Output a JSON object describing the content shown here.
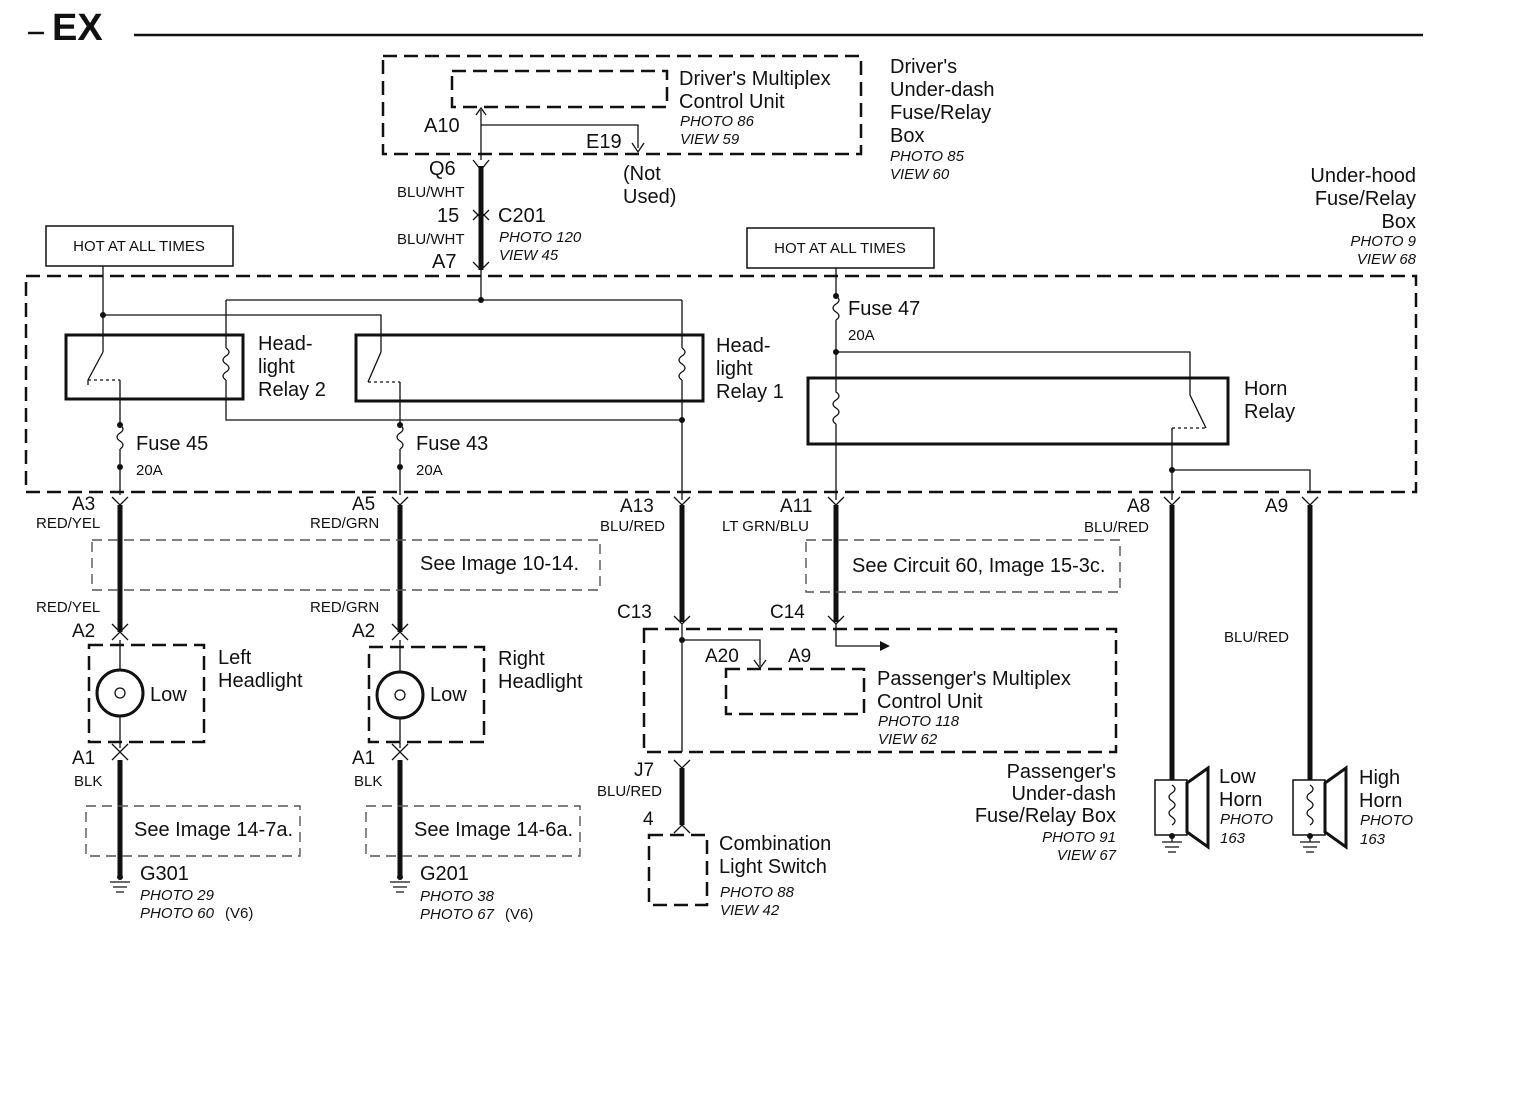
{
  "section": "EX",
  "hot_label": "HOT AT ALL TIMES",
  "drivers_box": {
    "lines": [
      "Driver's",
      "Under-dash",
      "Fuse/Relay",
      "Box"
    ],
    "photo": "PHOTO 85",
    "view": "VIEW 60"
  },
  "drivers_mcu": {
    "lines": [
      "Driver's Multiplex",
      "Control Unit"
    ],
    "photo": "PHOTO 86",
    "view": "VIEW 59",
    "pin_a10": "A10",
    "pin_e19": "E19",
    "not_used": [
      "(Not",
      "Used)"
    ]
  },
  "underhood_box": {
    "lines": [
      "Under-hood",
      "Fuse/Relay",
      "Box"
    ],
    "photo": "PHOTO 9",
    "view": "VIEW 68"
  },
  "conn_c201": {
    "q6": "Q6",
    "pin15": "15",
    "name": "C201",
    "photo": "PHOTO 120",
    "view": "VIEW 45",
    "a7": "A7",
    "wire_top": "BLU/WHT",
    "wire_bottom": "BLU/WHT"
  },
  "relays": {
    "hl2": [
      "Head-",
      "light",
      "Relay 2"
    ],
    "hl1": [
      "Head-",
      "light",
      "Relay 1"
    ],
    "horn": [
      "Horn",
      "Relay"
    ]
  },
  "fuses": {
    "f45": {
      "name": "Fuse 45",
      "rating": "20A"
    },
    "f43": {
      "name": "Fuse 43",
      "rating": "20A"
    },
    "f47": {
      "name": "Fuse 47",
      "rating": "20A"
    }
  },
  "outputs": {
    "a3": {
      "pin": "A3",
      "wire": "RED/YEL"
    },
    "a5": {
      "pin": "A5",
      "wire": "RED/GRN"
    },
    "a13": {
      "pin": "A13",
      "wire": "BLU/RED"
    },
    "a11": {
      "pin": "A11",
      "wire": "LT GRN/BLU"
    },
    "a8": {
      "pin": "A8",
      "wire": "BLU/RED"
    },
    "a9": {
      "pin": "A9",
      "wire": "BLU/RED"
    }
  },
  "refs": {
    "img_10_14": "See Image 10-14.",
    "circuit_60": "See Circuit 60, Image 15-3c.",
    "img_14_7a": "See Image 14-7a.",
    "img_14_6a": "See Image 14-6a."
  },
  "left_headlight": {
    "wire_top": "RED/YEL",
    "pin_a2": "A2",
    "lines": [
      "Left",
      "Headlight"
    ],
    "low": "Low",
    "pin_a1": "A1",
    "wire_bottom": "BLK",
    "ground": "G301",
    "photo1": "PHOTO 29",
    "photo2": "PHOTO 60",
    "v6": "(V6)"
  },
  "right_headlight": {
    "wire_top": "RED/GRN",
    "pin_a2": "A2",
    "lines": [
      "Right",
      "Headlight"
    ],
    "low": "Low",
    "pin_a1": "A1",
    "wire_bottom": "BLK",
    "ground": "G201",
    "photo1": "PHOTO 38",
    "photo2": "PHOTO 67",
    "v6": "(V6)"
  },
  "passenger_mcu": {
    "c13": "C13",
    "c14": "C14",
    "a20": "A20",
    "a9": "A9",
    "lines": [
      "Passenger's Multiplex",
      "Control Unit"
    ],
    "photo": "PHOTO 118",
    "view": "VIEW 62"
  },
  "passenger_box": {
    "lines": [
      "Passenger's",
      "Under-dash",
      "Fuse/Relay Box"
    ],
    "photo": "PHOTO 91",
    "view": "VIEW 67"
  },
  "combo_switch": {
    "j7": "J7",
    "wire": "BLU/RED",
    "pin4": "4",
    "lines": [
      "Combination",
      "Light Switch"
    ],
    "photo": "PHOTO 88",
    "view": "VIEW 42"
  },
  "low_horn": {
    "lines": [
      "Low",
      "Horn"
    ],
    "photo": [
      "PHOTO",
      "163"
    ]
  },
  "high_horn": {
    "lines": [
      "High",
      "Horn"
    ],
    "photo": [
      "PHOTO",
      "163"
    ]
  },
  "horn_wire": "BLU/RED"
}
